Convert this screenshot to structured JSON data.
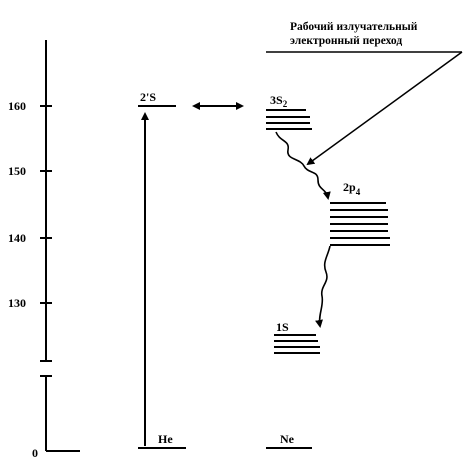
{
  "axis": {
    "ticks": [
      "160",
      "150",
      "140",
      "130"
    ],
    "zero": "0"
  },
  "helium": {
    "level_label": "2'S",
    "ground_label": "He"
  },
  "neon": {
    "level_3s": "3S",
    "level_3s_sub": "2",
    "level_2p": "2p",
    "level_2p_sub": "4",
    "level_1s": "1S",
    "ground_label": "Ne"
  },
  "annotation": {
    "line1": "Рабочий излучательный",
    "line2": "электронный переход"
  }
}
